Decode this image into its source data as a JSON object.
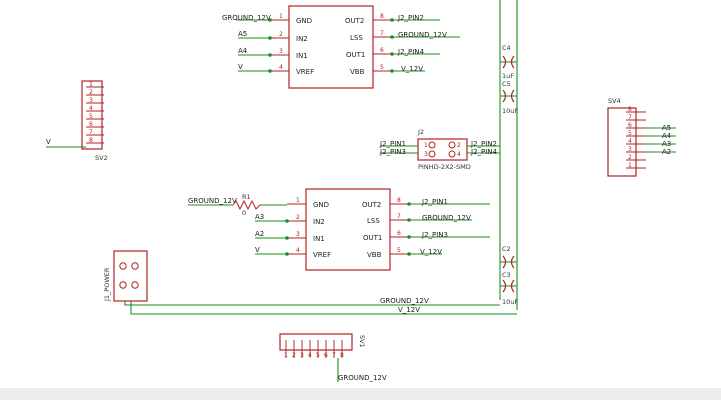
{
  "ic_top": {
    "pins_left": [
      {
        "num": "1",
        "name": "GND",
        "net": "GROUND_12V"
      },
      {
        "num": "2",
        "name": "IN2",
        "net": "A5"
      },
      {
        "num": "3",
        "name": "IN1",
        "net": "A4"
      },
      {
        "num": "4",
        "name": "VREF",
        "net": "V"
      }
    ],
    "pins_right": [
      {
        "num": "8",
        "name": "OUT2",
        "net": "J2_PIN2"
      },
      {
        "num": "7",
        "name": "LSS",
        "net": "GROUND_12V"
      },
      {
        "num": "6",
        "name": "OUT1",
        "net": "J2_PIN4"
      },
      {
        "num": "5",
        "name": "VBB",
        "net": "V_12V"
      }
    ]
  },
  "ic_bottom": {
    "pins_left": [
      {
        "num": "1",
        "name": "GND"
      },
      {
        "num": "2",
        "name": "IN2",
        "net": "A3"
      },
      {
        "num": "3",
        "name": "IN1",
        "net": "A2"
      },
      {
        "num": "4",
        "name": "VREF",
        "net": "V"
      }
    ],
    "pins_right": [
      {
        "num": "8",
        "name": "OUT2",
        "net": "J2_PIN1"
      },
      {
        "num": "7",
        "name": "LSS",
        "net": "GROUND_12V"
      },
      {
        "num": "6",
        "name": "OUT1",
        "net": "J2_PIN3"
      },
      {
        "num": "5",
        "name": "VBB",
        "net": "V_12V"
      }
    ]
  },
  "r1": {
    "ref": "R1",
    "value": "0",
    "net": "GROUND_12V"
  },
  "sv2": {
    "ref": "SV2",
    "pins": [
      "1",
      "2",
      "3",
      "4",
      "5",
      "6",
      "7",
      "8"
    ],
    "net": "V"
  },
  "sv4": {
    "ref": "SV4",
    "pins": [
      "8",
      "7",
      "6",
      "5",
      "4",
      "3",
      "2",
      "1"
    ],
    "nets": [
      "A5",
      "A4",
      "A3",
      "A2"
    ]
  },
  "sv1": {
    "ref": "SV1",
    "pins": [
      "1",
      "2",
      "3",
      "4",
      "5",
      "6",
      "7",
      "8"
    ],
    "net": "GROUND_12V"
  },
  "j2": {
    "ref": "J2",
    "name": "PINHD-2X2-SMD",
    "left_nets": [
      "J2_PIN1",
      "J2_PIN3"
    ],
    "right_nets": [
      "J2_PIN2",
      "J2_PIN4"
    ],
    "pin_nums": [
      "1",
      "3",
      "2",
      "4"
    ]
  },
  "j1": {
    "ref": "J1_POWER"
  },
  "caps": {
    "c4": {
      "ref": "C4",
      "value": "1uF"
    },
    "c5": {
      "ref": "C5",
      "value": "10uF"
    },
    "c2": {
      "ref": "C2",
      "value": ""
    },
    "c3": {
      "ref": "C3",
      "value": "10uF"
    }
  },
  "bus": {
    "ground_label": "GROUND_12V",
    "v12_label": "V_12V"
  }
}
